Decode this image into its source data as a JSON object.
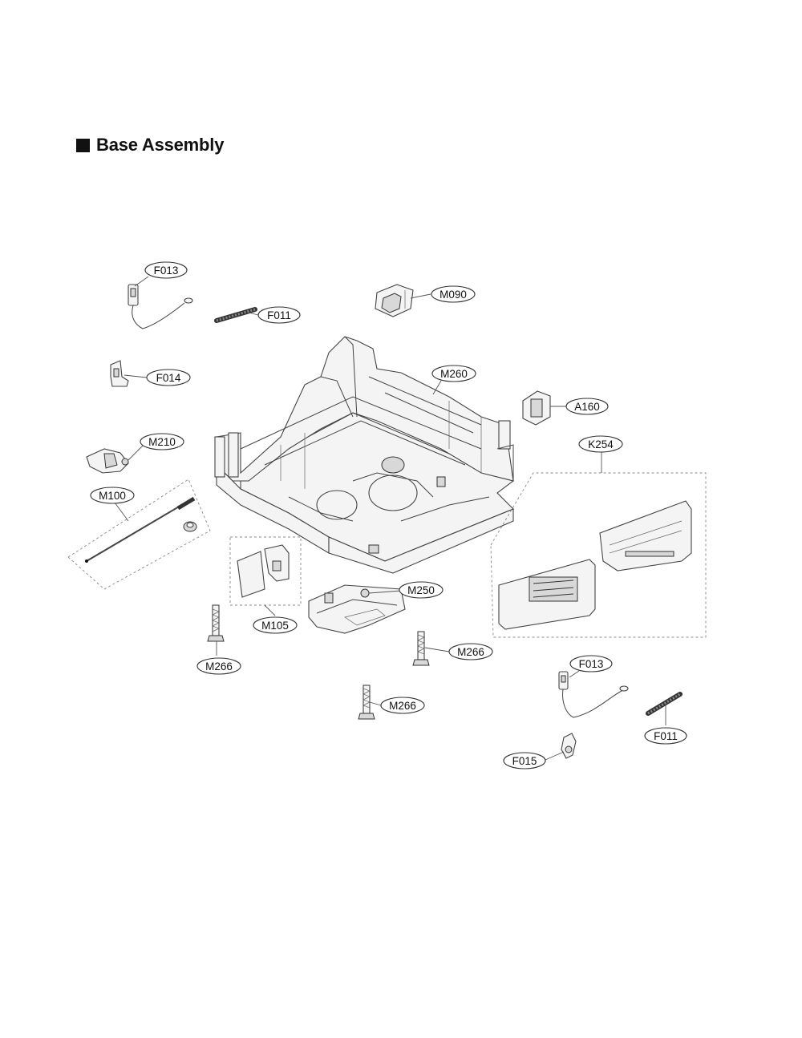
{
  "title": "Base Assembly",
  "callouts": {
    "f013_top": "F013",
    "f011_top": "F011",
    "m090": "M090",
    "f014": "F014",
    "m260": "M260",
    "a160": "A160",
    "m210": "M210",
    "k254": "K254",
    "m100": "M100",
    "m250": "M250",
    "m105": "M105",
    "m266_left": "M266",
    "m266_mid": "M266",
    "m266_low": "M266",
    "f013_bottom": "F013",
    "f011_bottom": "F011",
    "f015": "F015"
  },
  "icons": [
    "title-bullet-square"
  ]
}
